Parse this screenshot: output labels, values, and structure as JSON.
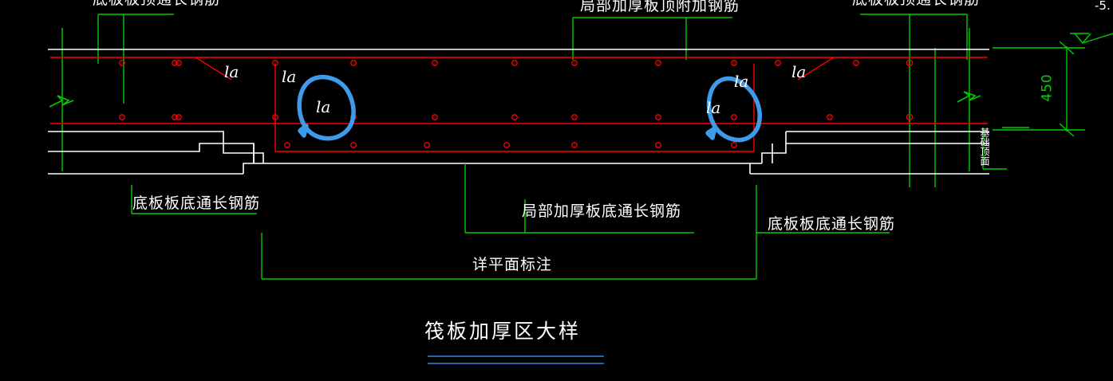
{
  "drawing": {
    "title": "筏板加厚区大样",
    "colors": {
      "background": "#000000",
      "slab_outline": "#ffffff",
      "rebar": "#ff0000",
      "dimension": "#00cc00",
      "annotation_highlight": "#3d9be9",
      "text": "#ffffff"
    },
    "top_labels": [
      {
        "id": "top-left-label",
        "text": "底板板顶通长钢筋"
      },
      {
        "id": "top-mid-label",
        "text": "局部加厚板顶附加钢筋"
      },
      {
        "id": "top-right-label",
        "text": "底板板顶通长钢筋"
      }
    ],
    "bottom_labels": [
      {
        "id": "bottom-left-label",
        "text": "底板板底通长钢筋"
      },
      {
        "id": "bottom-mid-label",
        "text": "局部加厚板底通长钢筋"
      },
      {
        "id": "bottom-right-label",
        "text": "底板板底通长钢筋"
      }
    ],
    "dimension_label": "详平面标注",
    "vertical_dimension": "450",
    "vertical_note": "基础顶面",
    "level_mark": "-5.",
    "la_marks": [
      {
        "id": "la-1",
        "text": "la"
      },
      {
        "id": "la-2",
        "text": "la"
      },
      {
        "id": "la-3",
        "text": "la"
      },
      {
        "id": "la-4",
        "text": "la"
      },
      {
        "id": "la-5",
        "text": "la"
      },
      {
        "id": "la-6",
        "text": "la"
      }
    ]
  }
}
